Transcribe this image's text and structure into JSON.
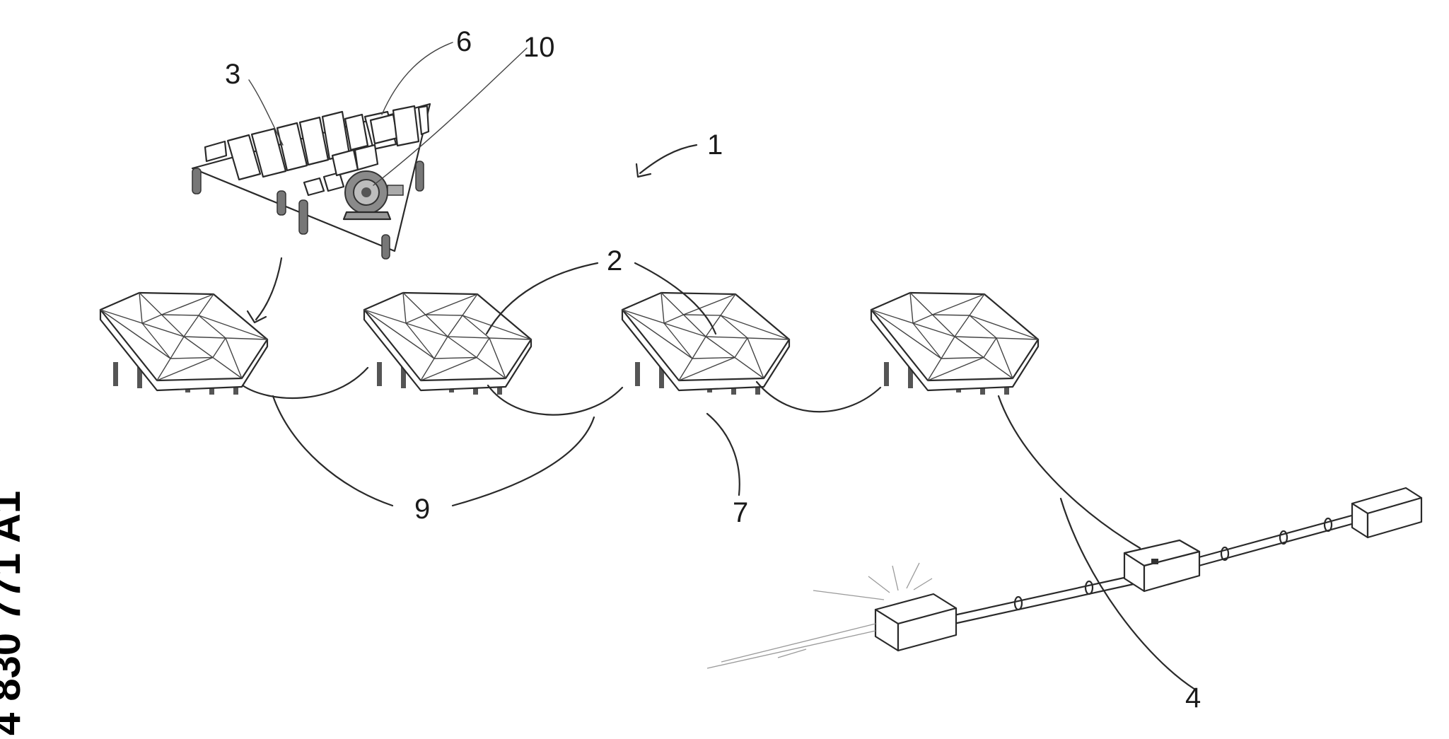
{
  "figure": {
    "side_text": "4 830 771 A1",
    "reference_numerals": {
      "system": "1",
      "floating_modules": "2",
      "platform": "3",
      "cable": "4",
      "element_six": "6",
      "legs": "7",
      "connectors": "9",
      "element_ten": "10"
    }
  }
}
